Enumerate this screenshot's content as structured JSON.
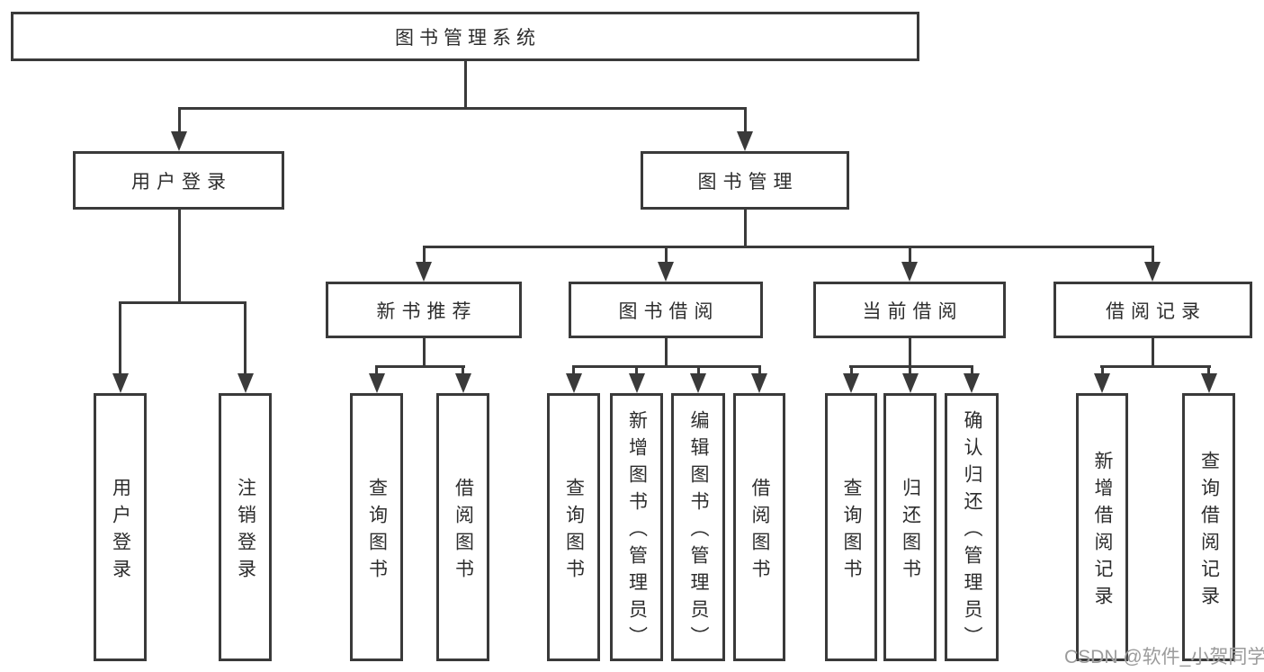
{
  "nodes": {
    "root": "图书管理系统",
    "l2": [
      "用户登录",
      "图书管理"
    ],
    "l3": [
      "新书推荐",
      "图书借阅",
      "当前借阅",
      "借阅记录"
    ],
    "leaves_user_login": [
      "用户登录",
      "注销登录"
    ],
    "leaves_new_book": [
      "查询图书",
      "借阅图书"
    ],
    "leaves_book_borrow": [
      "查询图书",
      "新增图书（管理员）",
      "编辑图书（管理员）",
      "借阅图书"
    ],
    "leaves_current_borrow": [
      "查询图书",
      "归还图书",
      "确认归还（管理员）"
    ],
    "leaves_records": [
      "新增借阅记录",
      "查询借阅记录"
    ]
  },
  "watermark": "CSDN @软件_小贺同学",
  "colors": {
    "line": "#3a3a3a",
    "text": "#2d2d2d",
    "watermark": "#9b9b9b",
    "background": "#ffffff"
  }
}
